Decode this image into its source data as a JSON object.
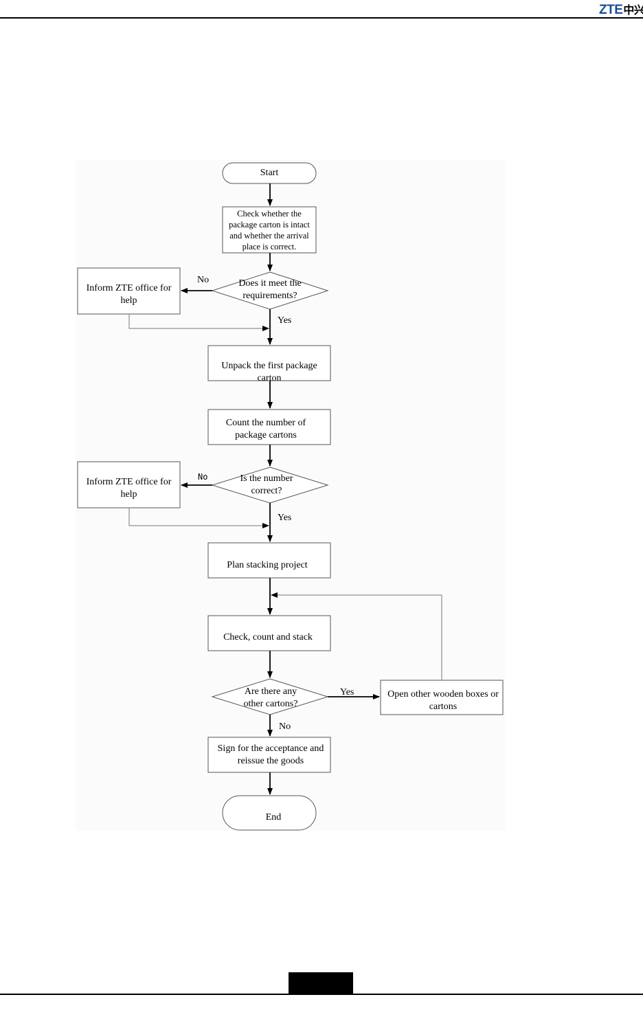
{
  "header": {
    "logo_latin": "ZTE",
    "logo_cn": "中兴"
  },
  "flow": {
    "start": "Start",
    "check_carton": "Check whether the package carton is intact and whether the arrival place is correct.",
    "meets_requirements": "Does it meet the requirements?",
    "inform_1": "Inform ZTE office for help",
    "unpack_first": "Unpack the first package carton",
    "count_cartons": "Count the number of package cartons",
    "number_correct": "Is the number correct?",
    "inform_2": "Inform ZTE office for help",
    "plan_stacking": "Plan stacking project",
    "check_count_stack": "Check, count and stack",
    "other_cartons": "Are there any other cartons?",
    "open_other": "Open other wooden boxes or cartons",
    "sign_acceptance": "Sign for the acceptance and reissue the goods",
    "end": "End",
    "label_no_1": "No",
    "label_yes_1": "Yes",
    "label_no_2": "No",
    "label_yes_2": "Yes",
    "label_yes_3": "Yes",
    "label_no_3": "No"
  }
}
